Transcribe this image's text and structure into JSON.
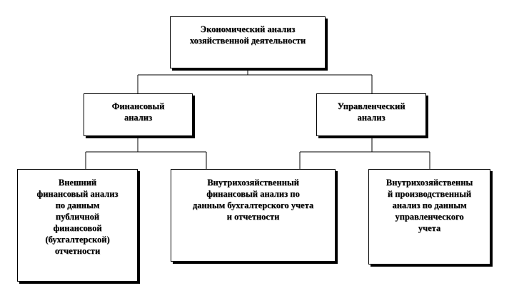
{
  "diagram": {
    "root": {
      "text": "Экономический анализ\nхозяйственной деятельности"
    },
    "level1": [
      {
        "id": "fin",
        "text": "Финансовый\nанализ"
      },
      {
        "id": "man",
        "text": "Управленческий\nанализ"
      }
    ],
    "level2": [
      {
        "id": "ext",
        "text": "Внешний\nфинансовый анализ\nпо данным\nпубличной\nфинансовой\n(бухгалтерской)\nотчетности"
      },
      {
        "id": "int",
        "text": "Внутрихозяйственный\nфинансовый анализ по\nданным бухгалтерского  учета\nи отчетности"
      },
      {
        "id": "prod",
        "text": "Внутрихозяйственны\nй производственный\nанализ по данным\nуправленческого\nучета"
      }
    ]
  }
}
